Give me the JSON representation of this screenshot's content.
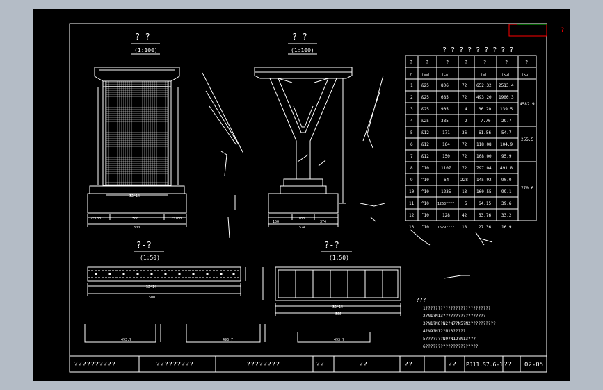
{
  "colors": {
    "frame_bg": "#b4bcc6",
    "canvas_bg": "#000000",
    "line": "#ffffff",
    "selection": "#ff0000",
    "grip": "#00c000"
  },
  "marker_glyph": "?",
  "titles": {
    "front": {
      "title": "? ?",
      "scale": "(1:100)"
    },
    "side": {
      "title": "? ?",
      "scale": "(1:100)"
    },
    "sectionA": {
      "title": "?-?",
      "scale": "(1:50)"
    },
    "sectionB": {
      "title": "?-?",
      "scale": "(1:50)"
    }
  },
  "table": {
    "title": "? ? ? ? ? ? ? ? ?",
    "header1": [
      "?",
      "?",
      "?",
      "?",
      "?",
      "?",
      "?"
    ],
    "header2": [
      "?",
      "(mm)",
      "(cm)",
      "",
      "(m)",
      "(kg)",
      "(kg)"
    ],
    "rows": [
      [
        "1",
        "&25",
        "806",
        "72",
        "652.32",
        "2513.4"
      ],
      [
        "2",
        "&25",
        "685",
        "72",
        "493.20",
        "1900.3"
      ],
      [
        "3",
        "&25",
        "905",
        "4",
        "36.20",
        "139.5"
      ],
      [
        "4",
        "&25",
        "385",
        "2",
        "7.70",
        "29.7"
      ],
      [
        "5",
        "&12",
        "171",
        "36",
        "61.56",
        "54.7"
      ],
      [
        "6",
        "&12",
        "164",
        "72",
        "118.08",
        "104.9"
      ],
      [
        "7",
        "&12",
        "150",
        "72",
        "108.00",
        "95.9"
      ],
      [
        "8",
        "^10",
        "1107",
        "72",
        "797.04",
        "491.8"
      ],
      [
        "9",
        "^10",
        "64",
        "228",
        "145.92",
        "90.0"
      ],
      [
        "10",
        "^10",
        "1235",
        "13",
        "160.55",
        "99.1"
      ],
      [
        "11",
        "^10",
        "1263????",
        "5",
        "64.15",
        "39.6"
      ],
      [
        "12",
        "^10",
        "128",
        "42",
        "53.76",
        "33.2"
      ],
      [
        "13",
        "^10",
        "1529????",
        "18",
        "27.36",
        "16.9"
      ]
    ],
    "totals": [
      "4582.9",
      "255.5",
      "770.6"
    ]
  },
  "notes": {
    "title": "???",
    "lines": [
      "1??????????????????????????",
      "2?N1?N13?????????????????",
      "3?N1?N6?N2?N7?N5?N2??????????",
      "4?N9?N12?N13?????",
      "5???????N9?N12?N13???",
      "6?????????????????????"
    ]
  },
  "dims": {
    "front_width": "800",
    "front_inner": "32*14",
    "front_side_left": "2*100",
    "front_side_mid": "500",
    "front_side_right": "2*100",
    "side_width": "524",
    "side_left": "150",
    "side_mid": "100",
    "side_right": "374",
    "sectA_spacing": "32*14",
    "sectA_width": "500",
    "sectB_spacing": "32*14",
    "sectB_width": "500",
    "bar1": "493.7",
    "bar2": "493.7",
    "bar3": "493.7"
  },
  "title_block": {
    "cell1": "??????????",
    "cell2": "?????????",
    "cell3": "????????",
    "cell4": "??",
    "cell5": "??",
    "cell6": "??",
    "cell7": "??",
    "drawing_no": "PJ11.S7.6-1",
    "cell9": "??",
    "sheet_no": "02-05"
  }
}
